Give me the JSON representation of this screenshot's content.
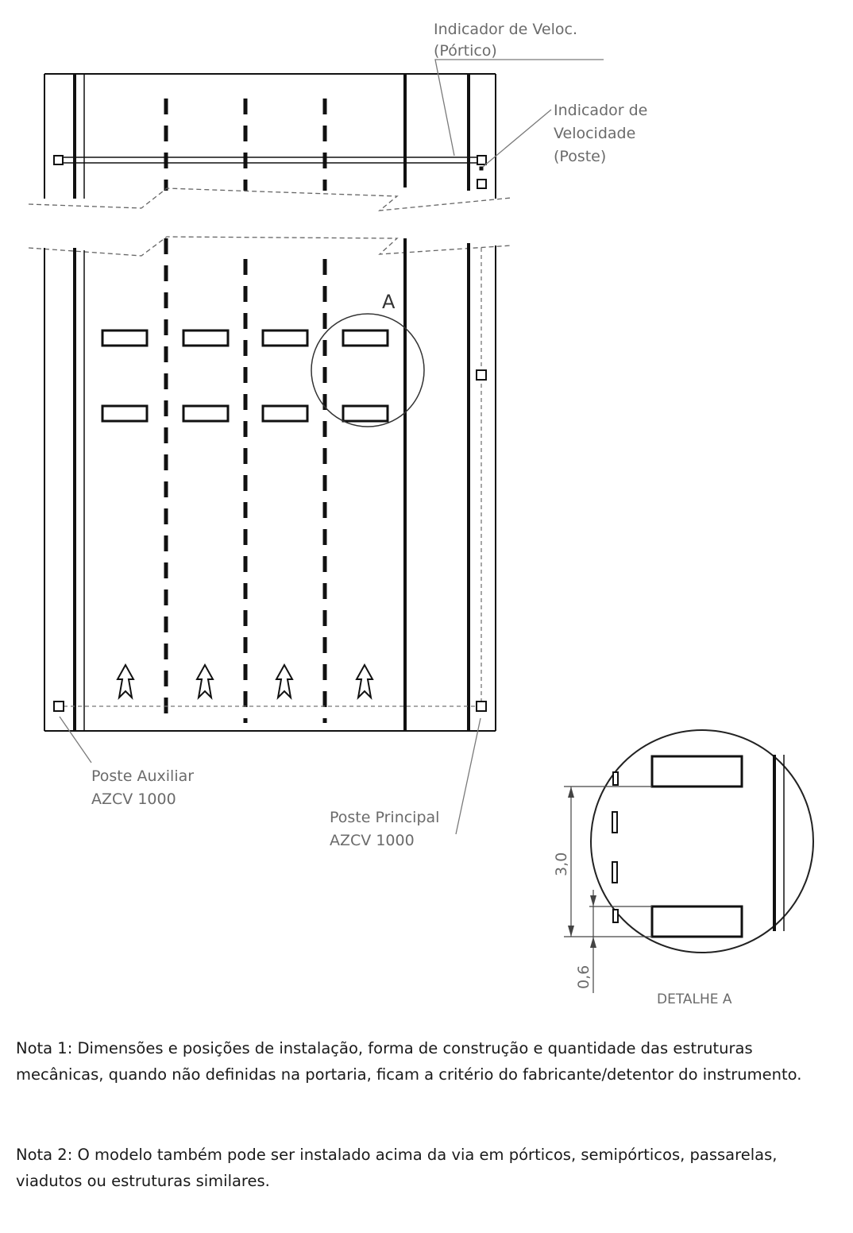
{
  "labels": {
    "indicador_portico": [
      "Indicador de Veloc.",
      "(Pórtico)"
    ],
    "indicador_poste": [
      "Indicador de",
      "Velocidade",
      "(Poste)"
    ],
    "detail_marker": "A",
    "poste_auxiliar": [
      "Poste Auxiliar",
      "AZCV 1000"
    ],
    "poste_principal": [
      "Poste Principal",
      "AZCV 1000"
    ],
    "detail_title": "DETALHE A",
    "dim_3": "3,0",
    "dim_06": "0,6"
  },
  "notes": {
    "note1": "Nota 1: Dimensões e posições de instalação, forma de construção e quantidade das estruturas mecânicas, quando não definidas na portaria, ficam a critério do fabricante/detentor do instrumento.",
    "note2": "Nota 2: O modelo também pode ser instalado acima da via em pórticos, semipórticos, passarelas, viadutos ou estruturas similares."
  },
  "colors": {
    "line": "#111111",
    "leader": "#7a7a7a",
    "text": "#6b6b6b"
  }
}
